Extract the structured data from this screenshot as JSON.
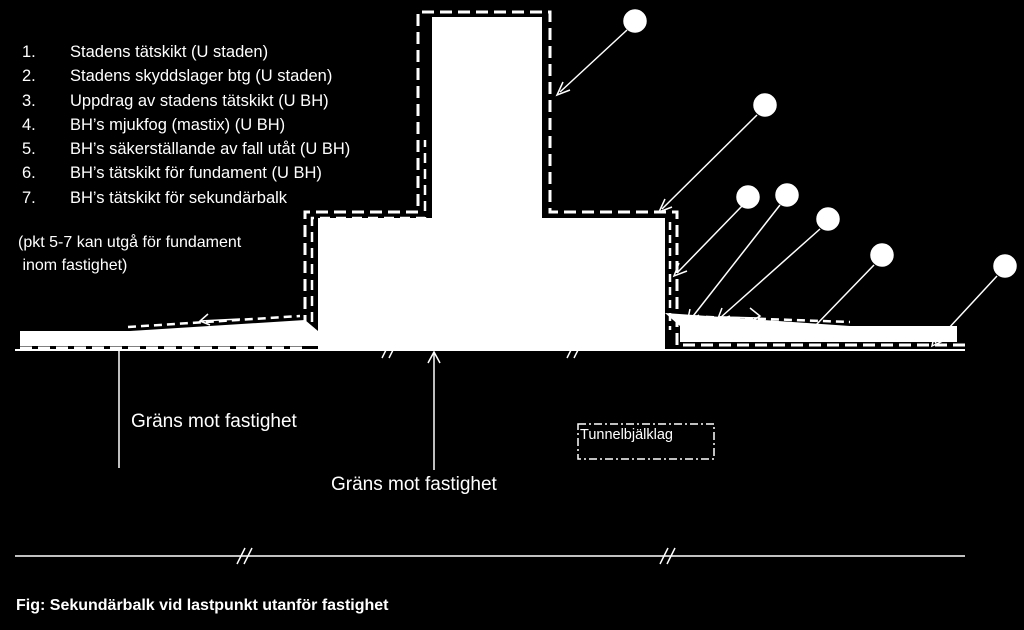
{
  "legend": [
    {
      "num": "1.",
      "text": "Stadens tätskikt (U staden)"
    },
    {
      "num": "2.",
      "text": "Stadens skyddslager btg (U staden)"
    },
    {
      "num": "3.",
      "text": "Uppdrag av stadens tätskikt (U BH)"
    },
    {
      "num": "4.",
      "text": "BH’s mjukfog (mastix) (U BH)"
    },
    {
      "num": "5.",
      "text": "BH’s säkerställande  av fall utåt (U BH)"
    },
    {
      "num": "6.",
      "text": "BH’s tätskikt för fundament (U BH)"
    },
    {
      "num": "7.",
      "text": "BH’s tätskikt för sekundärbalk"
    }
  ],
  "note": "(pkt 5-7 kan utgå för fundament\n inom fastighet)",
  "labels": {
    "boundary_left": "Gräns mot fastighet",
    "boundary_center": "Gräns mot fastighet",
    "tunnel": "Tunnelbjälklag"
  },
  "caption": "Fig: Sekundärbalk vid lastpunkt utanför fastighet",
  "colors": {
    "background": "#000000",
    "foreground": "#ffffff"
  }
}
